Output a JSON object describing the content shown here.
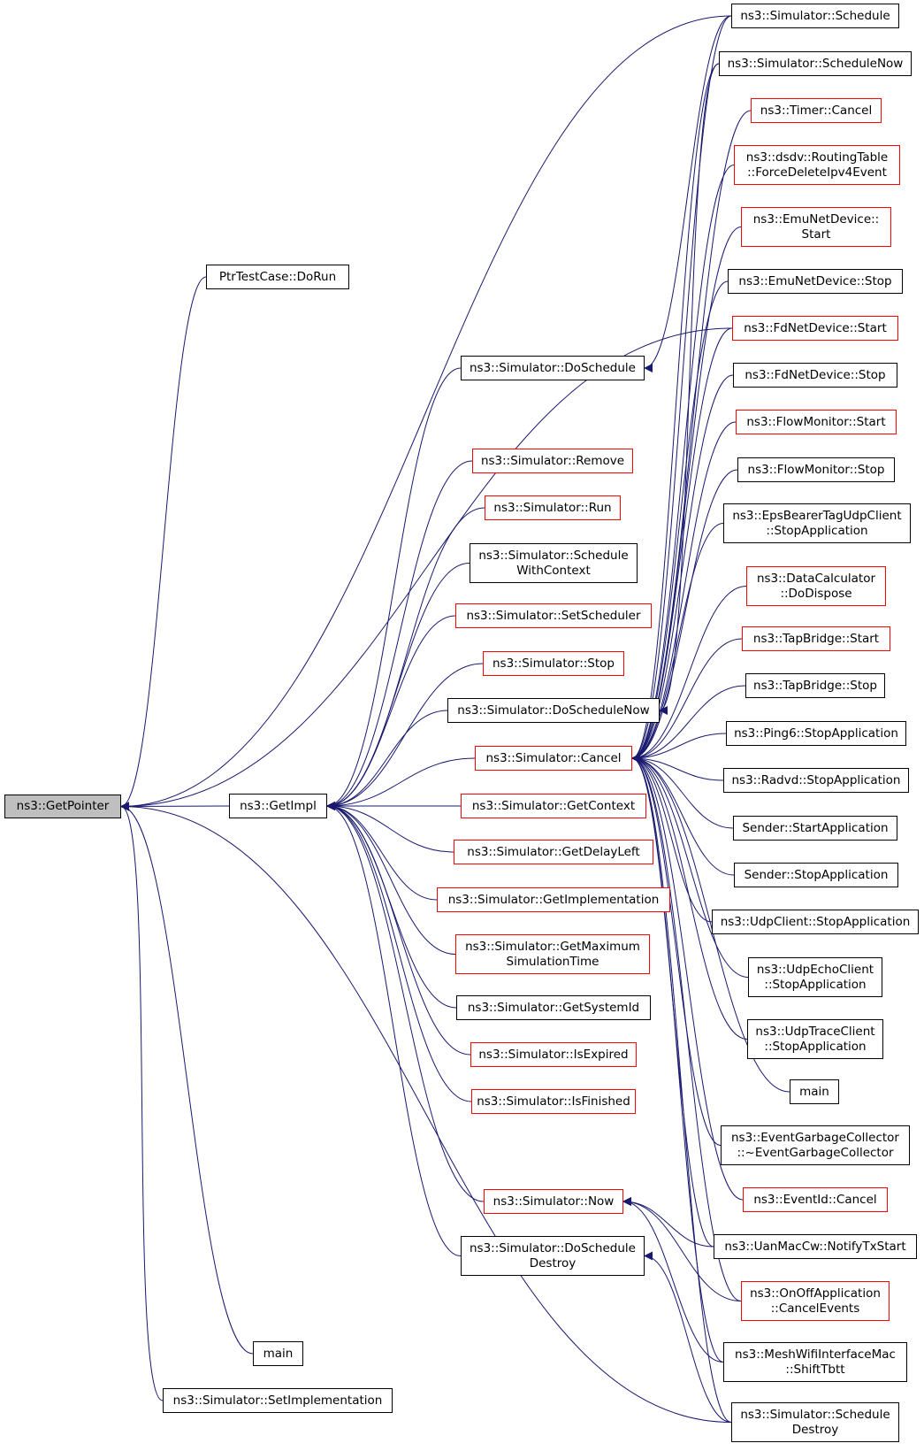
{
  "graph": {
    "edge_color": "#191970",
    "nodes": {
      "get_pointer": {
        "lines": [
          "ns3::GetPointer"
        ],
        "border": "black",
        "focus": true
      },
      "ptr_test_case_do_run": {
        "lines": [
          "PtrTestCase::DoRun"
        ],
        "border": "black"
      },
      "get_impl": {
        "lines": [
          "ns3::GetImpl"
        ],
        "border": "black"
      },
      "main_left": {
        "lines": [
          "main"
        ],
        "border": "black"
      },
      "set_implementation": {
        "lines": [
          "ns3::Simulator::SetImplementation"
        ],
        "border": "black"
      },
      "do_schedule": {
        "lines": [
          "ns3::Simulator::DoSchedule"
        ],
        "border": "black"
      },
      "remove": {
        "lines": [
          "ns3::Simulator::Remove"
        ],
        "border": "red"
      },
      "run": {
        "lines": [
          "ns3::Simulator::Run"
        ],
        "border": "red"
      },
      "schedule_with_context": {
        "lines": [
          "ns3::Simulator::Schedule",
          "WithContext"
        ],
        "border": "black"
      },
      "set_scheduler": {
        "lines": [
          "ns3::Simulator::SetScheduler"
        ],
        "border": "red"
      },
      "stop": {
        "lines": [
          "ns3::Simulator::Stop"
        ],
        "border": "red"
      },
      "do_schedule_now": {
        "lines": [
          "ns3::Simulator::DoScheduleNow"
        ],
        "border": "black"
      },
      "cancel": {
        "lines": [
          "ns3::Simulator::Cancel"
        ],
        "border": "red"
      },
      "get_context": {
        "lines": [
          "ns3::Simulator::GetContext"
        ],
        "border": "red"
      },
      "get_delay_left": {
        "lines": [
          "ns3::Simulator::GetDelayLeft"
        ],
        "border": "red"
      },
      "get_implementation": {
        "lines": [
          "ns3::Simulator::GetImplementation"
        ],
        "border": "red"
      },
      "get_maximum_simulation_time": {
        "lines": [
          "ns3::Simulator::GetMaximum",
          "SimulationTime"
        ],
        "border": "red"
      },
      "get_system_id": {
        "lines": [
          "ns3::Simulator::GetSystemId"
        ],
        "border": "black"
      },
      "is_expired": {
        "lines": [
          "ns3::Simulator::IsExpired"
        ],
        "border": "red"
      },
      "is_finished": {
        "lines": [
          "ns3::Simulator::IsFinished"
        ],
        "border": "red"
      },
      "now": {
        "lines": [
          "ns3::Simulator::Now"
        ],
        "border": "red"
      },
      "do_schedule_destroy": {
        "lines": [
          "ns3::Simulator::DoSchedule",
          "Destroy"
        ],
        "border": "black"
      },
      "schedule": {
        "lines": [
          "ns3::Simulator::Schedule"
        ],
        "border": "black"
      },
      "schedule_now": {
        "lines": [
          "ns3::Simulator::ScheduleNow"
        ],
        "border": "black"
      },
      "timer_cancel": {
        "lines": [
          "ns3::Timer::Cancel"
        ],
        "border": "red"
      },
      "dsdv_force_delete": {
        "lines": [
          "ns3::dsdv::RoutingTable",
          "::ForceDeleteIpv4Event"
        ],
        "border": "red"
      },
      "emu_start": {
        "lines": [
          "ns3::EmuNetDevice::",
          "Start"
        ],
        "border": "red"
      },
      "emu_stop": {
        "lines": [
          "ns3::EmuNetDevice::Stop"
        ],
        "border": "black"
      },
      "fd_start": {
        "lines": [
          "ns3::FdNetDevice::Start"
        ],
        "border": "red"
      },
      "fd_stop": {
        "lines": [
          "ns3::FdNetDevice::Stop"
        ],
        "border": "black"
      },
      "flowmon_start": {
        "lines": [
          "ns3::FlowMonitor::Start"
        ],
        "border": "red"
      },
      "flowmon_stop": {
        "lines": [
          "ns3::FlowMonitor::Stop"
        ],
        "border": "black"
      },
      "eps_bearer_stop": {
        "lines": [
          "ns3::EpsBearerTagUdpClient",
          "::StopApplication"
        ],
        "border": "black"
      },
      "data_calc_dispose": {
        "lines": [
          "ns3::DataCalculator",
          "::DoDispose"
        ],
        "border": "red"
      },
      "tapbridge_start": {
        "lines": [
          "ns3::TapBridge::Start"
        ],
        "border": "red"
      },
      "tapbridge_stop": {
        "lines": [
          "ns3::TapBridge::Stop"
        ],
        "border": "black"
      },
      "ping6_stop": {
        "lines": [
          "ns3::Ping6::StopApplication"
        ],
        "border": "black"
      },
      "radvd_stop": {
        "lines": [
          "ns3::Radvd::StopApplication"
        ],
        "border": "black"
      },
      "sender_start": {
        "lines": [
          "Sender::StartApplication"
        ],
        "border": "black"
      },
      "sender_stop": {
        "lines": [
          "Sender::StopApplication"
        ],
        "border": "black"
      },
      "udp_client_stop": {
        "lines": [
          "ns3::UdpClient::StopApplication"
        ],
        "border": "black"
      },
      "udp_echo_stop": {
        "lines": [
          "ns3::UdpEchoClient",
          "::StopApplication"
        ],
        "border": "black"
      },
      "udp_trace_stop": {
        "lines": [
          "ns3::UdpTraceClient",
          "::StopApplication"
        ],
        "border": "black"
      },
      "main_right": {
        "lines": [
          "main"
        ],
        "border": "black"
      },
      "egc_dtor": {
        "lines": [
          "ns3::EventGarbageCollector",
          "::~EventGarbageCollector"
        ],
        "border": "black"
      },
      "eventid_cancel": {
        "lines": [
          "ns3::EventId::Cancel"
        ],
        "border": "red"
      },
      "uanmac_notify": {
        "lines": [
          "ns3::UanMacCw::NotifyTxStart"
        ],
        "border": "black"
      },
      "onoff_cancel": {
        "lines": [
          "ns3::OnOffApplication",
          "::CancelEvents"
        ],
        "border": "red"
      },
      "mesh_shift": {
        "lines": [
          "ns3::MeshWifiInterfaceMac",
          "::ShiftTbtt"
        ],
        "border": "black"
      },
      "schedule_destroy": {
        "lines": [
          "ns3::Simulator::Schedule",
          "Destroy"
        ],
        "border": "black"
      }
    }
  }
}
